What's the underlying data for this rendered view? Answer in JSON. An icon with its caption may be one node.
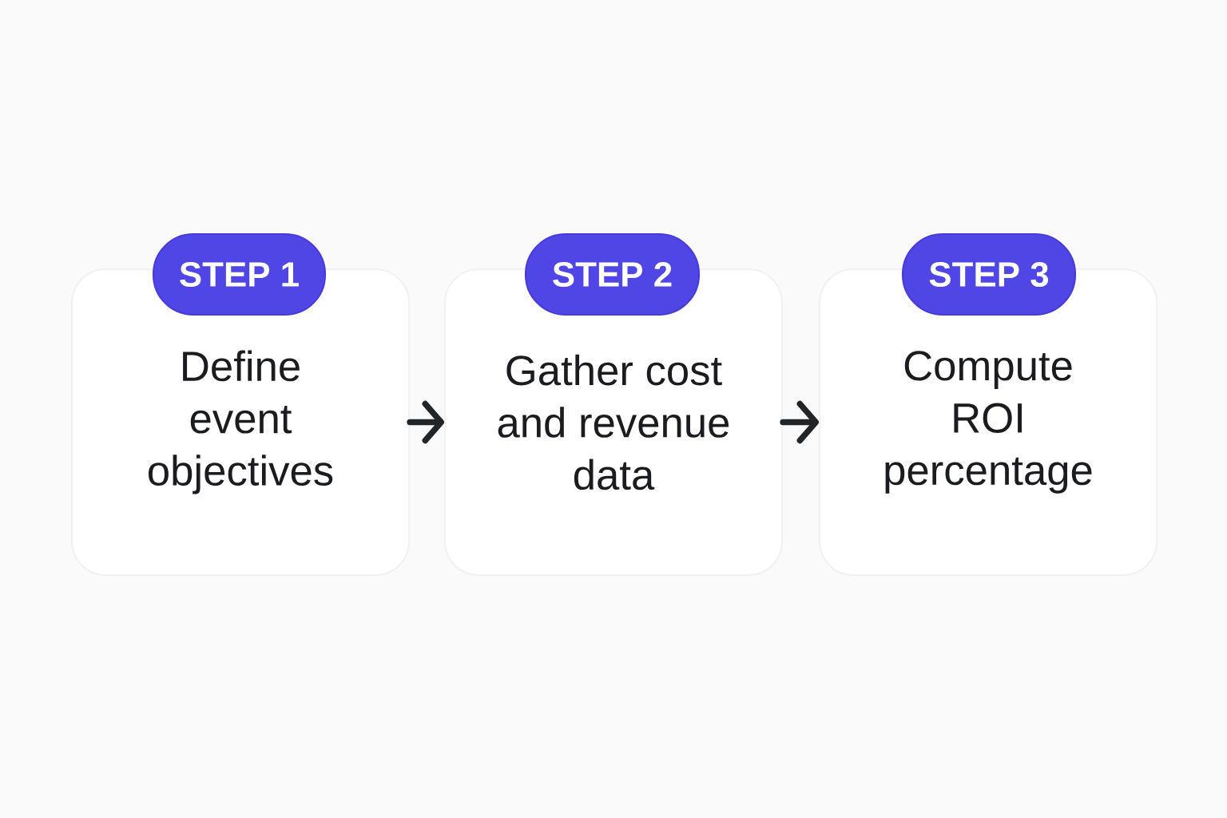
{
  "diagram": {
    "nodes": [
      {
        "text": [
          "STEP 1"
        ]
      },
      {
        "text": [
          "Define event objectives"
        ]
      },
      {
        "text": [
          "STEP 2"
        ]
      },
      {
        "text": [
          "Gather cost and revenue data"
        ]
      },
      {
        "text": [
          "STEP 3"
        ]
      },
      {
        "text": [
          "Compute ROI percentage"
        ]
      }
    ],
    "edges": [
      {
        "from": 1,
        "to": 3,
        "arrow": "to"
      },
      {
        "from": 3,
        "to": 5,
        "arrow": "to"
      }
    ]
  }
}
